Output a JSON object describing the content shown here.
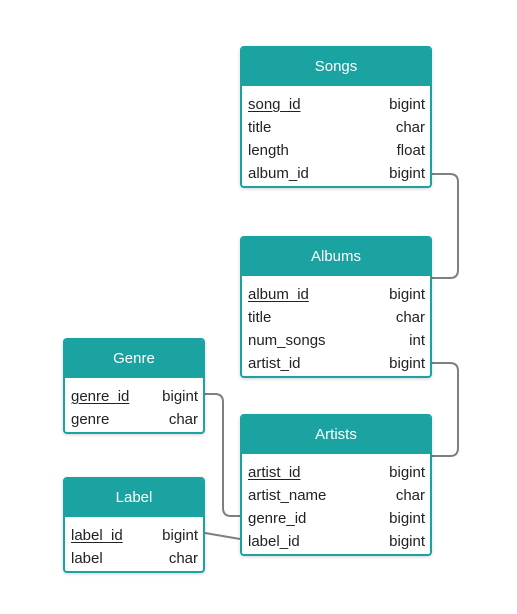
{
  "colors": {
    "accent": "#1aa3a0",
    "connector": "#7f7f7f",
    "text": "#222222",
    "header_text": "#ffffff"
  },
  "tables": {
    "songs": {
      "title": "Songs",
      "columns": [
        {
          "name": "song_id",
          "type": "bigint",
          "primary_key": true
        },
        {
          "name": "title",
          "type": "char",
          "primary_key": false
        },
        {
          "name": "length",
          "type": "float",
          "primary_key": false
        },
        {
          "name": "album_id",
          "type": "bigint",
          "primary_key": false
        }
      ]
    },
    "albums": {
      "title": "Albums",
      "columns": [
        {
          "name": "album_id",
          "type": "bigint",
          "primary_key": true
        },
        {
          "name": "title",
          "type": "char",
          "primary_key": false
        },
        {
          "name": "num_songs",
          "type": "int",
          "primary_key": false
        },
        {
          "name": "artist_id",
          "type": "bigint",
          "primary_key": false
        }
      ]
    },
    "artists": {
      "title": "Artists",
      "columns": [
        {
          "name": "artist_id",
          "type": "bigint",
          "primary_key": true
        },
        {
          "name": "artist_name",
          "type": "char",
          "primary_key": false
        },
        {
          "name": "genre_id",
          "type": "bigint",
          "primary_key": false
        },
        {
          "name": "label_id",
          "type": "bigint",
          "primary_key": false
        }
      ]
    },
    "genre": {
      "title": "Genre",
      "columns": [
        {
          "name": "genre_id",
          "type": "bigint",
          "primary_key": true
        },
        {
          "name": "genre",
          "type": "char",
          "primary_key": false
        }
      ]
    },
    "label": {
      "title": "Label",
      "columns": [
        {
          "name": "label_id",
          "type": "bigint",
          "primary_key": true
        },
        {
          "name": "label",
          "type": "char",
          "primary_key": false
        }
      ]
    }
  },
  "relationships": [
    {
      "from": "songs.album_id",
      "to": "albums.album_id"
    },
    {
      "from": "albums.artist_id",
      "to": "artists.artist_id"
    },
    {
      "from": "genre.genre_id",
      "to": "artists.genre_id"
    },
    {
      "from": "label.label_id",
      "to": "artists.label_id"
    }
  ]
}
